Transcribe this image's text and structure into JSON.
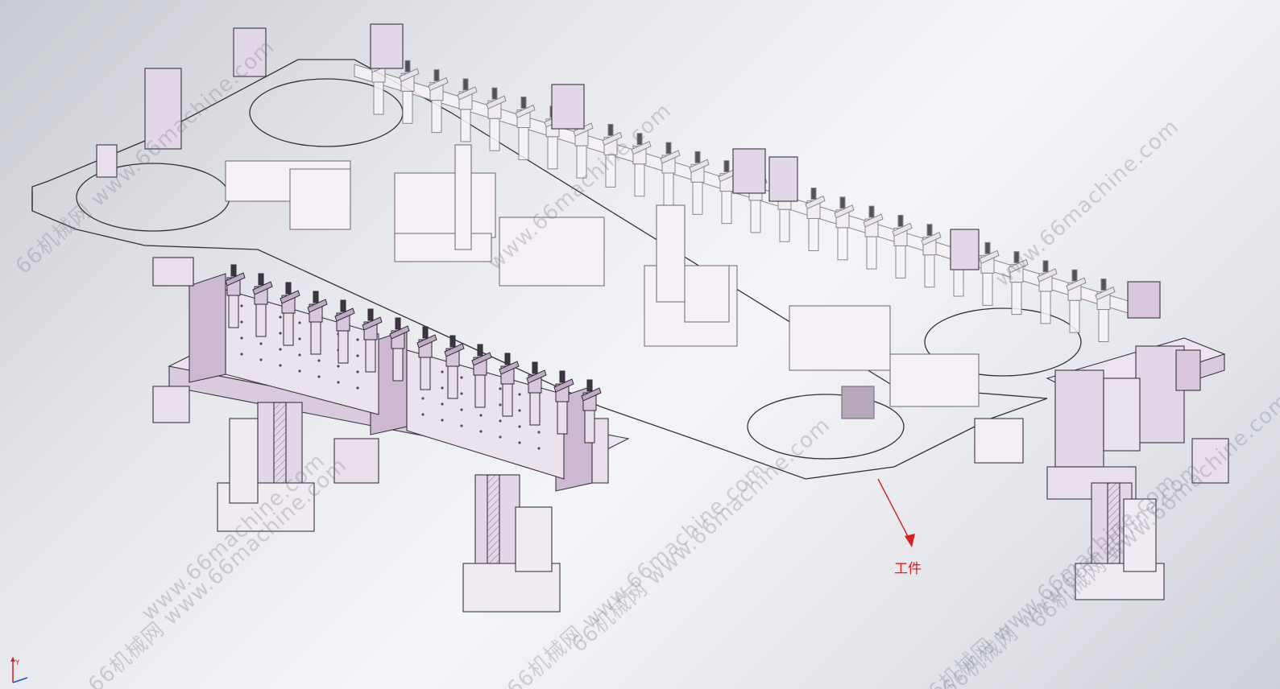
{
  "annotation": {
    "label": "工件",
    "color": "#d81e1e"
  },
  "watermarks": [
    "66机械网 www.66machine.com",
    "www.66machine.com",
    "66机械网 www.66machine.com",
    "www.66machine.com",
    "66机械网 www.66machine.com",
    "www.66machine.com",
    "66机械网 www.66machine.com",
    "66机械网 www.66machine.com",
    "66机械网 www.66machine.com",
    "66机械网 www.66machine.com"
  ],
  "triad": {
    "axis_label": "Y"
  },
  "colors": {
    "part_fill": "#e6dbe8",
    "part_dark": "#c9b6cf",
    "edge": "#3a3540",
    "ghost": "#f3eef5"
  }
}
